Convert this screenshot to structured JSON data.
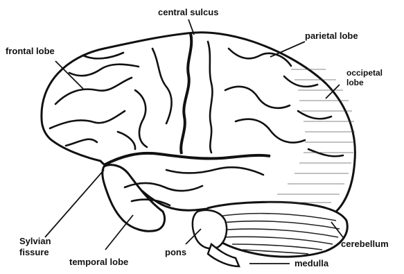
{
  "labels": {
    "central_sulcus": "central sulcus",
    "frontal_lobe": "frontal lobe",
    "parietal_lobe": "parietal lobe",
    "occipital_line1": "occipetal",
    "occipital_line2": "lobe",
    "sylvian_line1": "Sylvian",
    "sylvian_line2": "fissure",
    "temporal_lobe": "temporal lobe",
    "pons": "pons",
    "cerebellum": "cerebellum",
    "medulla": "medulla"
  },
  "colors": {
    "ink": "#111111",
    "background": "#ffffff"
  }
}
